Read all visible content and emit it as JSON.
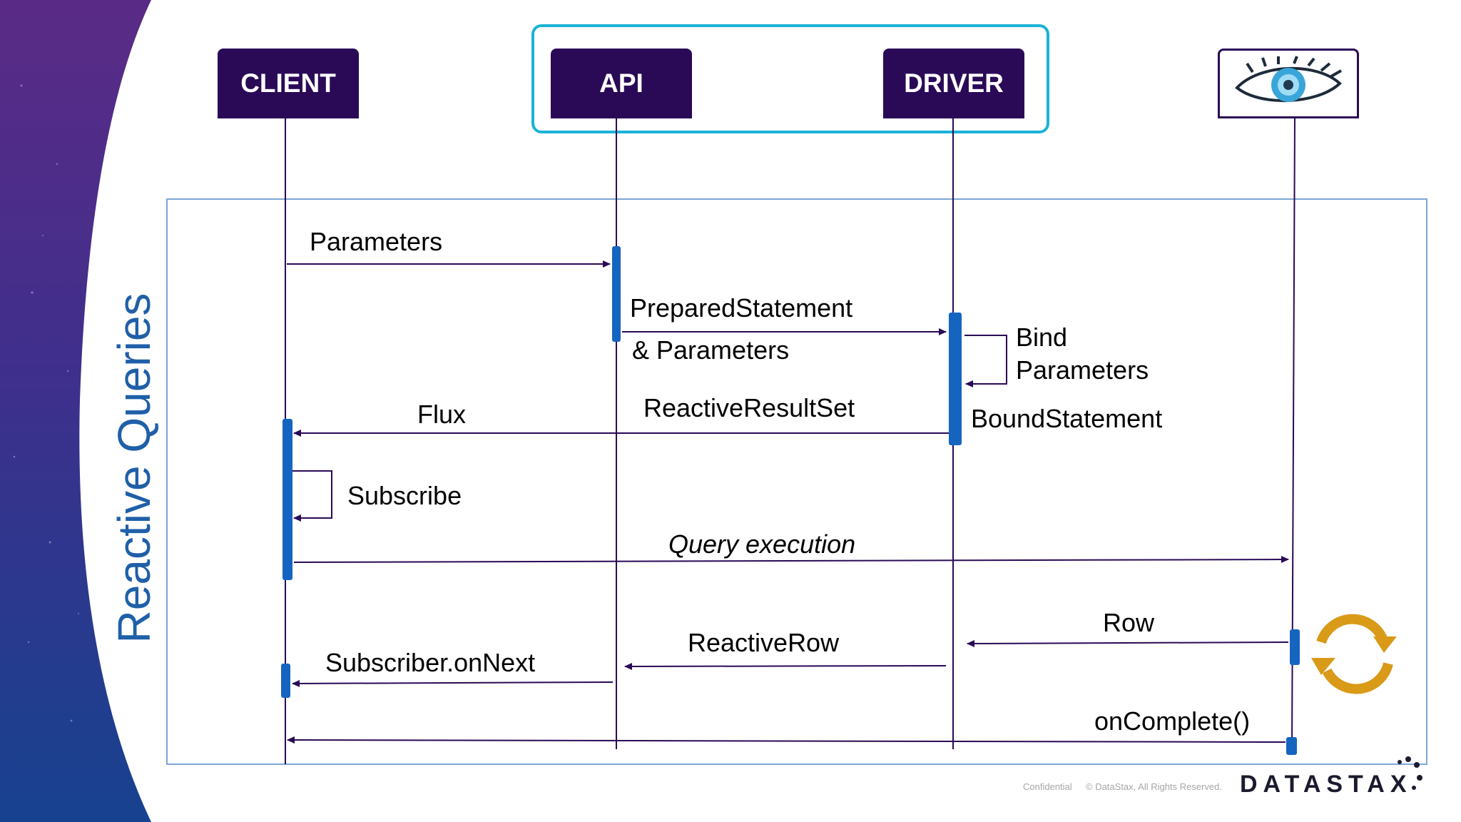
{
  "slide": {
    "title": "Reactive Queries",
    "footer_confidential": "Confidential",
    "footer_copyright": "© DataStax, All Rights Reserved.",
    "brand": "DATASTAX"
  },
  "participants": [
    {
      "id": "client",
      "label": "CLIENT"
    },
    {
      "id": "api",
      "label": "API"
    },
    {
      "id": "driver",
      "label": "DRIVER"
    },
    {
      "id": "database",
      "label": "",
      "icon": "cassandra-eye-icon"
    }
  ],
  "messages": {
    "parameters": "Parameters",
    "prepared_statement": "PreparedStatement",
    "and_parameters": "& Parameters",
    "bind": "Bind",
    "bind_parameters": "Parameters",
    "flux": "Flux",
    "reactive_result_set": "ReactiveResultSet",
    "bound_statement": "BoundStatement",
    "subscribe": "Subscribe",
    "query_execution": "Query execution",
    "row": "Row",
    "reactive_row": "ReactiveRow",
    "subscriber_on_next": "Subscriber.onNext",
    "on_complete": "onComplete()"
  },
  "icons": {
    "refresh": "refresh-cycle-icon"
  },
  "colors": {
    "participant_fill": "#2a0a57",
    "activation": "#1565c0",
    "group_border": "#1ab3d6",
    "title": "#1f5fa8",
    "refresh": "#d99a17"
  }
}
